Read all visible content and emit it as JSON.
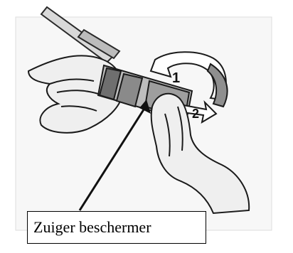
{
  "figure": {
    "step_labels": [
      "1",
      "2"
    ],
    "caption": "Zuiger beschermer",
    "colors": {
      "background": "#ffffff",
      "line": "#1a1a1a",
      "shade": "#bdbdbd",
      "dark_shade": "#6f6f6f",
      "arrow": "#111111"
    }
  }
}
